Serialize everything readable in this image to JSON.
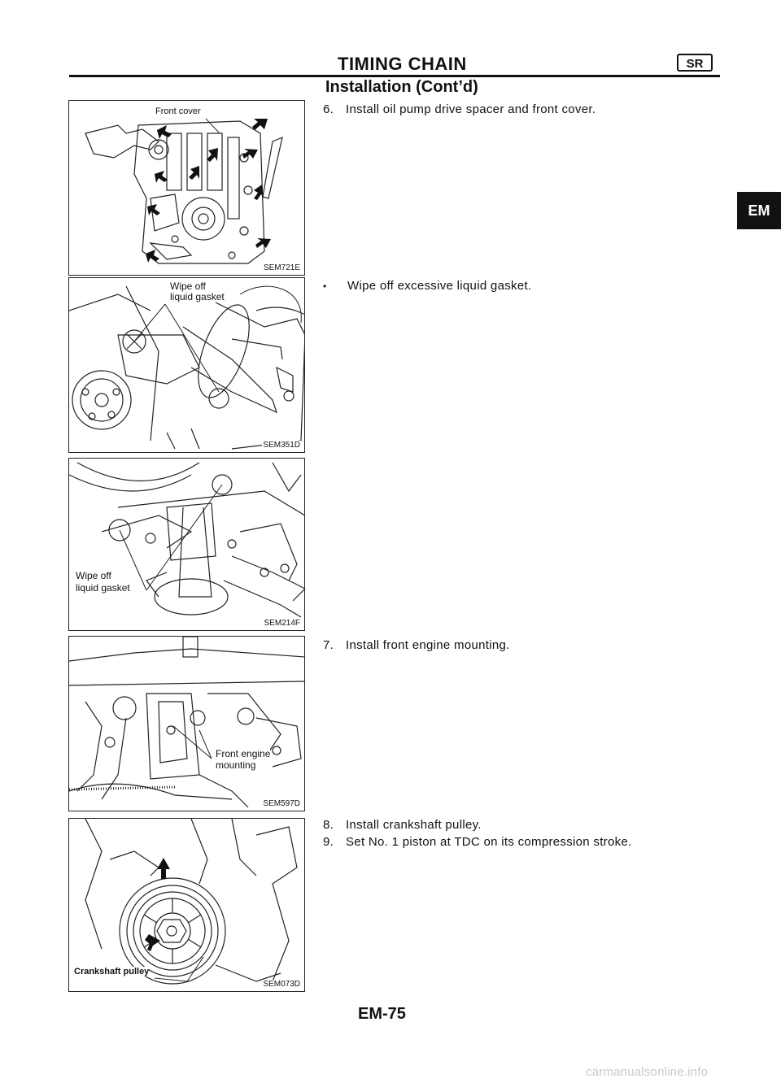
{
  "header": {
    "title": "TIMING CHAIN",
    "engine_code": "SR",
    "subtitle": "Installation (Cont’d)"
  },
  "section_tab": "EM",
  "figures": [
    {
      "code": "SEM721E",
      "labels": [
        "Front cover"
      ]
    },
    {
      "code": "SEM351D",
      "labels": [
        "Wipe off",
        "liquid gasket"
      ]
    },
    {
      "code": "SEM214F",
      "labels": [
        "Wipe off",
        "liquid gasket"
      ]
    },
    {
      "code": "SEM597D",
      "labels": [
        "Front engine",
        "mounting"
      ]
    },
    {
      "code": "SEM073D",
      "labels": [
        "Crankshaft pulley"
      ]
    }
  ],
  "steps": [
    {
      "number": "6.",
      "text": "Install oil pump drive spacer and front cover."
    },
    {
      "number": "•",
      "text": "Wipe off excessive liquid gasket."
    },
    {
      "number": "7.",
      "text": "Install front engine mounting."
    },
    {
      "number": "8.",
      "text": "Install crankshaft pulley."
    },
    {
      "number": "9.",
      "text": "Set No. 1 piston at TDC on its compression stroke."
    }
  ],
  "page_number": "EM-75",
  "watermark": "carmanualsonline.info"
}
